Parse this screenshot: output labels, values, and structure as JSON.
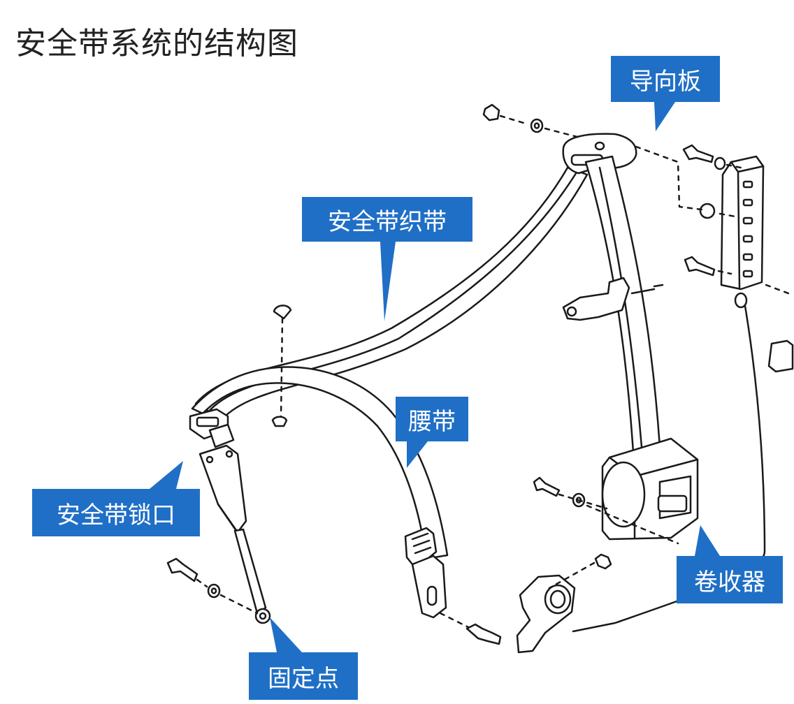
{
  "title": "安全带系统的结构图",
  "accent_color": "#1f6fc6",
  "line_color": "#1a1a1a",
  "labels": {
    "guide_plate": "导向板",
    "webbing": "安全带织带",
    "lap_belt": "腰带",
    "buckle": "安全带锁口",
    "anchor_point": "固定点",
    "retractor": "卷收器"
  }
}
